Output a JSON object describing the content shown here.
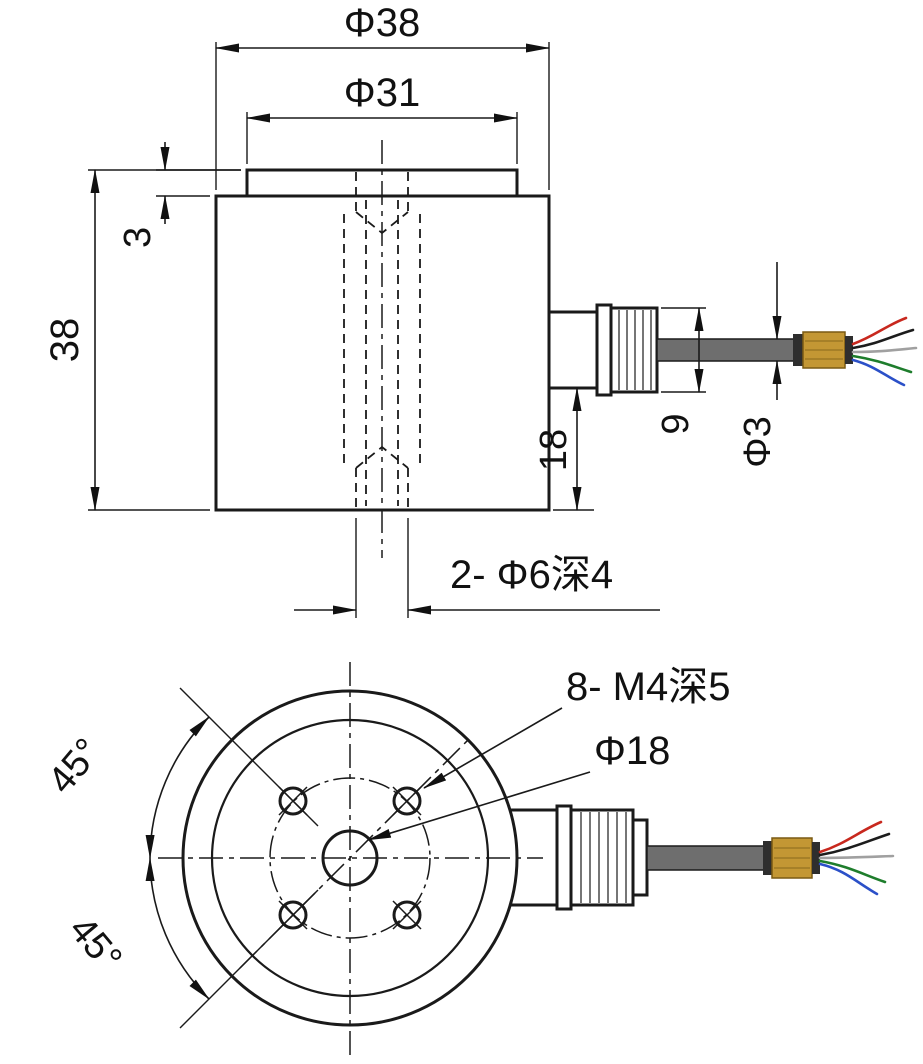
{
  "drawing": {
    "kind": "engineering-dimension-drawing",
    "component": "cylindrical load cell sensor with cable gland",
    "side_view": {
      "outer_diameter": "Φ38",
      "cap_diameter": "Φ31",
      "cap_height": "3",
      "body_height": "38",
      "connector_offset": "18",
      "gland_size": "9",
      "cable_diameter": "Φ3",
      "bottom_holes_note": "2- Φ6深4"
    },
    "bottom_view": {
      "mount_holes_note": "8- M4深5",
      "bolt_circle_diameter": "Φ18",
      "angle_upper": "45°",
      "angle_lower": "45°"
    },
    "colors": {
      "line": "#1a1a1a",
      "background": "#ffffff",
      "cable": "#6e6e6e",
      "connector_gold": "#c39734",
      "connector_band": "#2e2e2e",
      "wire_red": "#c8281e",
      "wire_black": "#1c1c1c",
      "wire_white": "#a0a0a0",
      "wire_green": "#1e7d2c",
      "wire_blue": "#2b50c8"
    }
  }
}
